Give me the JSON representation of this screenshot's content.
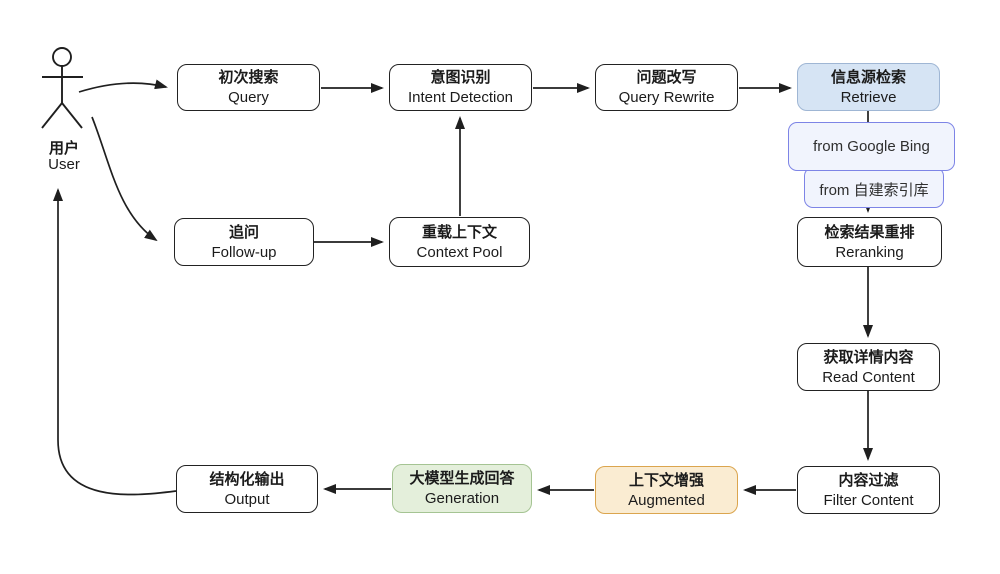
{
  "colors": {
    "background": "#ffffff",
    "line": "#1f1f1f",
    "box_border": "#222222",
    "box_fill": "#ffffff",
    "text": "#1b1b1b",
    "retrieve_fill": "#d6e4f4",
    "retrieve_border": "#9fb6d4",
    "source_fill": "#f1f4fd",
    "source_border": "#7d84e6",
    "augmented_fill": "#faecd2",
    "augmented_border": "#dba54e",
    "generation_fill": "#e4efdb",
    "generation_border": "#a5c493"
  },
  "actor": {
    "zh": "用户",
    "en": "User"
  },
  "nodes": {
    "query": {
      "zh": "初次搜索",
      "en": "Query"
    },
    "intent": {
      "zh": "意图识别",
      "en": "Intent Detection"
    },
    "rewrite": {
      "zh": "问题改写",
      "en": "Query Rewrite"
    },
    "retrieve": {
      "zh": "信息源检索",
      "en": "Retrieve"
    },
    "source_google": {
      "label": "from Google Bing"
    },
    "source_custom": {
      "label": "from 自建索引库"
    },
    "reranking": {
      "zh": "检索结果重排",
      "en": "Reranking"
    },
    "read_content": {
      "zh": "获取详情内容",
      "en": "Read Content"
    },
    "filter_content": {
      "zh": "内容过滤",
      "en": "Filter Content"
    },
    "augmented": {
      "zh": "上下文增强",
      "en": "Augmented"
    },
    "generation": {
      "zh": "大模型生成回答",
      "en": "Generation"
    },
    "output": {
      "zh": "结构化输出",
      "en": "Output"
    },
    "follow_up": {
      "zh": "追问",
      "en": "Follow-up"
    },
    "context_pool": {
      "zh": "重载上下文",
      "en": "Context Pool"
    }
  }
}
